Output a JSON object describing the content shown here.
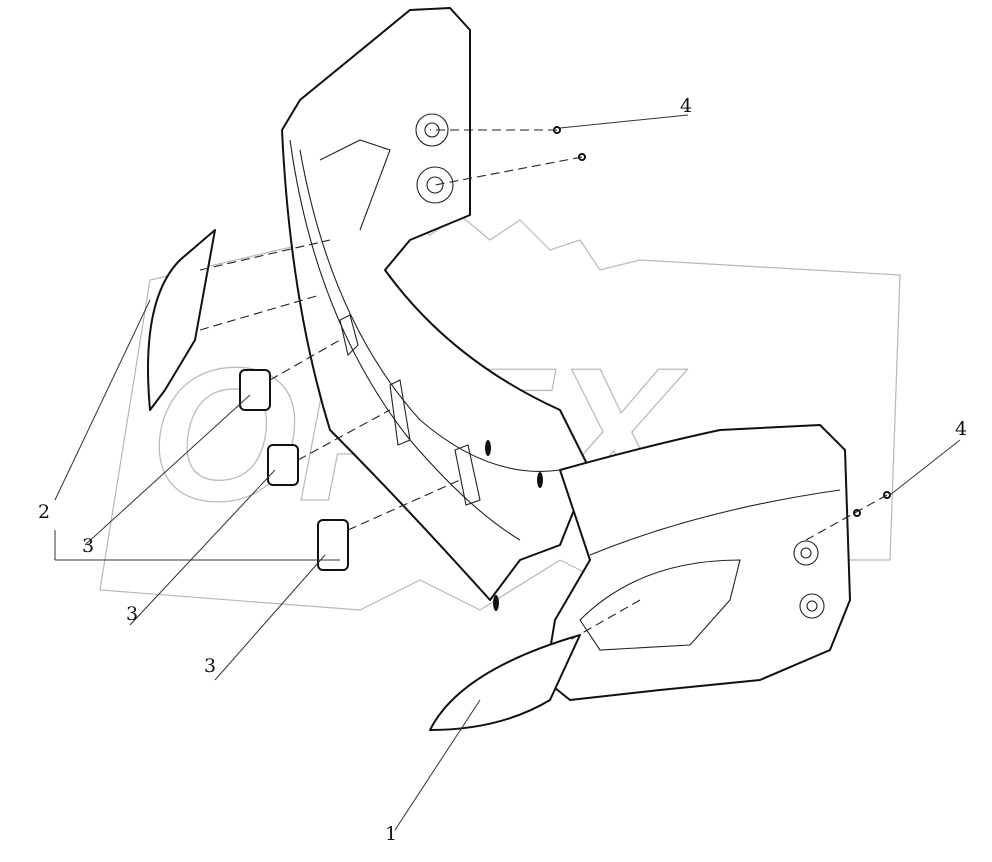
{
  "watermark": {
    "text": "OPEX",
    "icon": "gear-icon"
  },
  "callouts": [
    {
      "number": "1"
    },
    {
      "number": "2"
    },
    {
      "number": "3"
    },
    {
      "number": "3"
    },
    {
      "number": "3"
    },
    {
      "number": "4"
    },
    {
      "number": "4"
    }
  ]
}
